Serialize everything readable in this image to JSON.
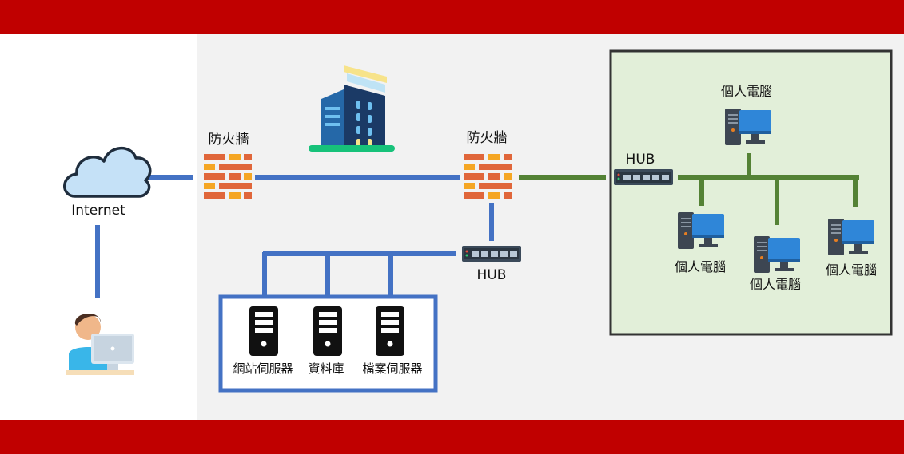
{
  "colors": {
    "band": "#c00000",
    "panel_gray": "#f2f2f2",
    "lan_panel": "#e2efd9",
    "blue_link": "#4472c4",
    "green_link": "#548235",
    "firewall_brick": "#e0663a",
    "firewall_joint": "#f5a623"
  },
  "icons": {
    "cloud": "cloud-icon",
    "user": "user-at-computer-icon",
    "firewall": "firewall-icon",
    "building": "building-icon",
    "hub": "network-hub-icon",
    "server": "server-tower-icon",
    "pc": "desktop-pc-icon"
  },
  "labels": {
    "internet": "Internet",
    "firewall_1": "防火牆",
    "firewall_2": "防火牆",
    "hub_dmz": "HUB",
    "hub_lan": "HUB",
    "web_server": "網站伺服器",
    "database": "資料庫",
    "file_server": "檔案伺服器",
    "pc_top": "個人電腦",
    "pc_1": "個人電腦",
    "pc_2": "個人電腦",
    "pc_3": "個人電腦"
  }
}
